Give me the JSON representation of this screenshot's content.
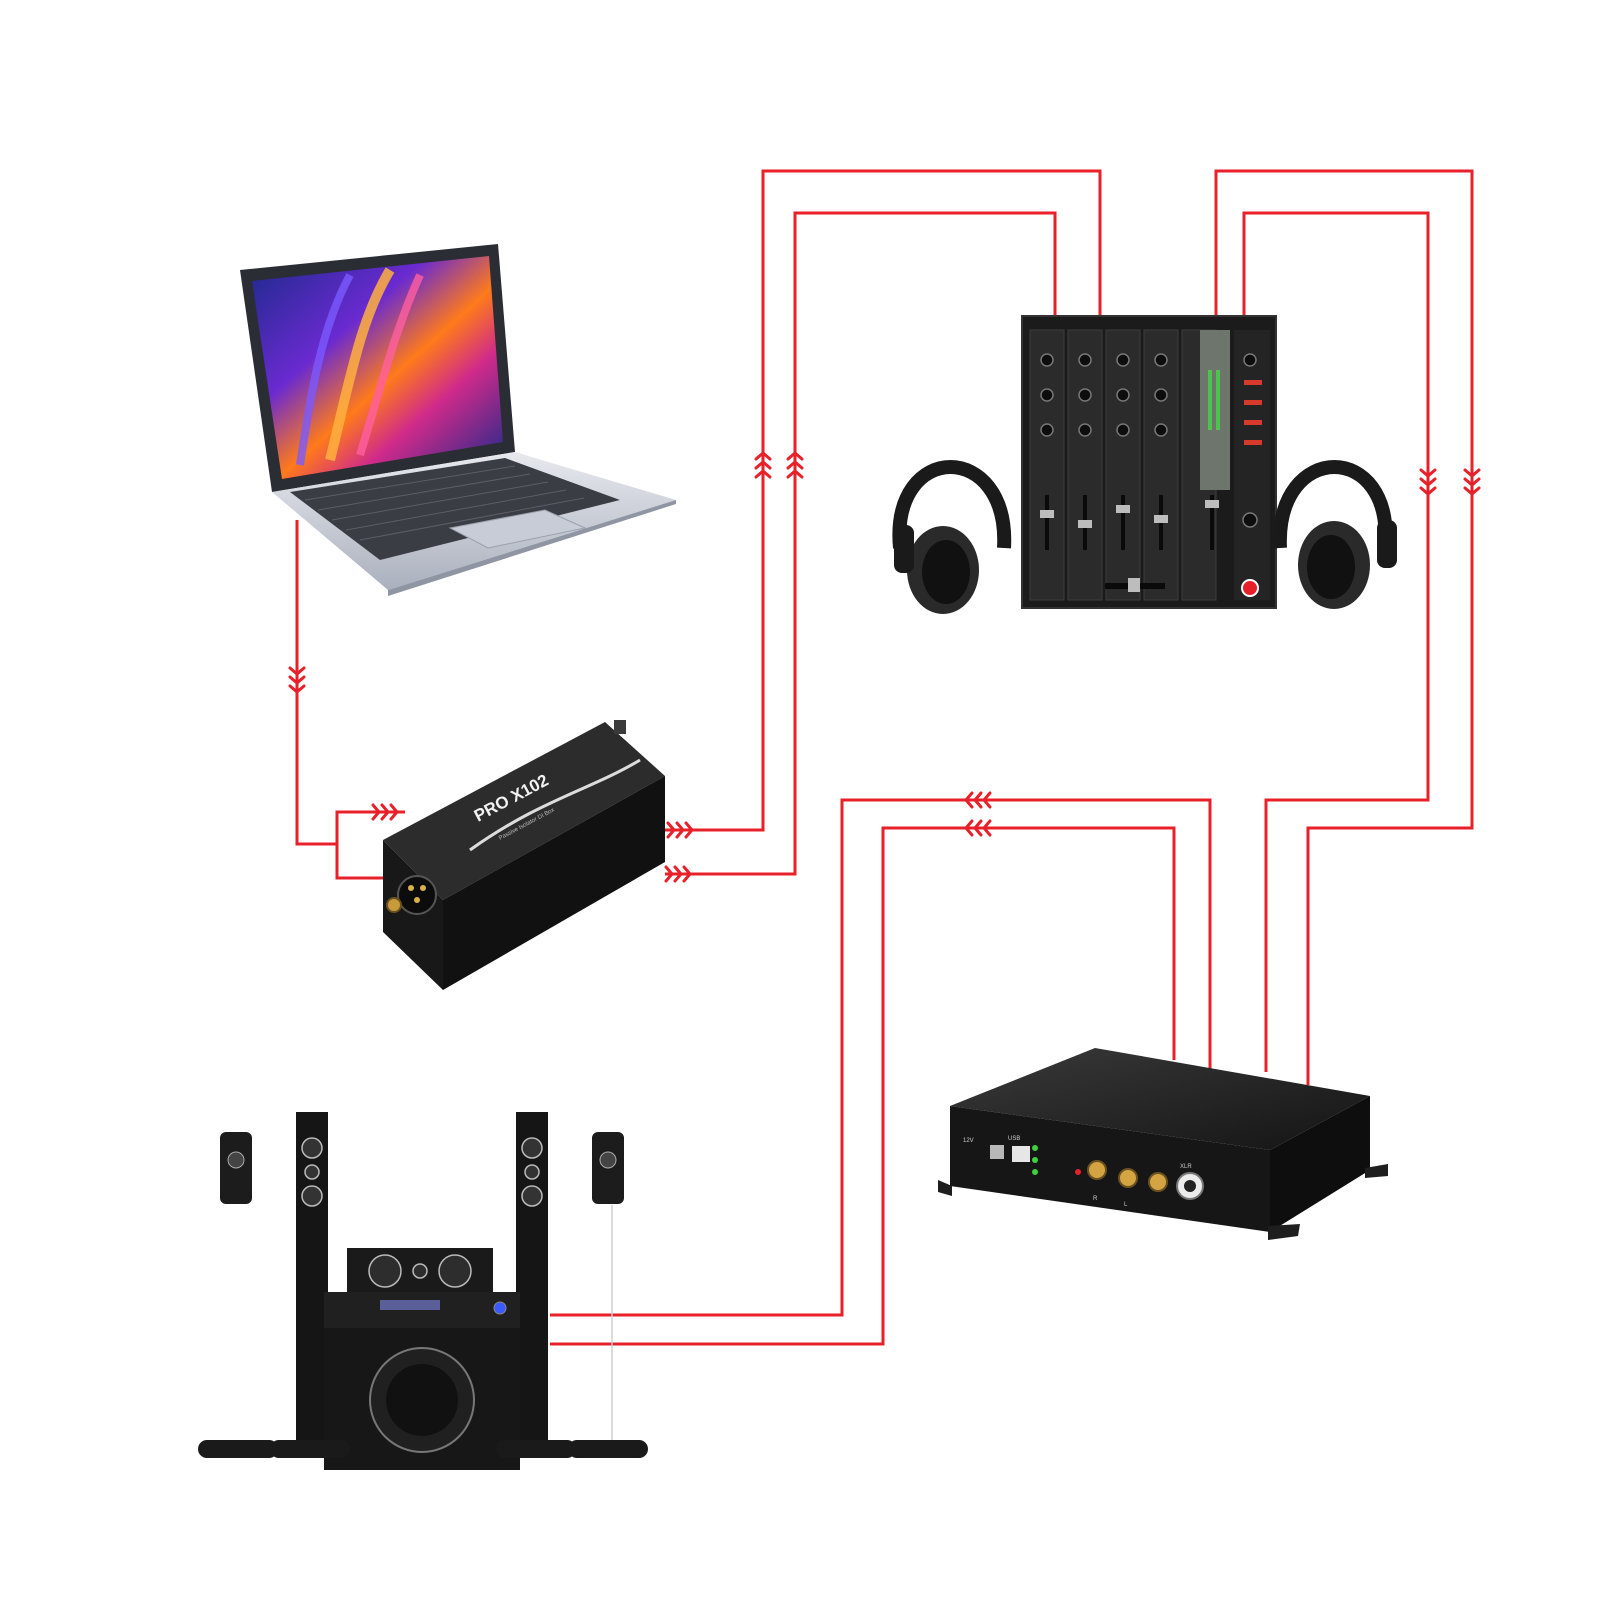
{
  "devices": {
    "laptop": {
      "name": "laptop"
    },
    "isolator": {
      "model": "PRO X102",
      "subtitle": "Passive Isolator DI Box",
      "body_color": "#1e1e1e"
    },
    "dj_mixer": {
      "name": "dj-mixer"
    },
    "headphones": {
      "count": 2
    },
    "interface_box": {
      "name": "audio-interface",
      "ports": [
        "12V",
        "USB",
        "R",
        "L",
        "XLR"
      ]
    },
    "home_theater": {
      "name": "home-theater-system"
    }
  },
  "connections": {
    "color": "#e8202a",
    "links": [
      {
        "from": "laptop",
        "to": "isolator"
      },
      {
        "from": "isolator",
        "to": "dj_mixer",
        "count": 2
      },
      {
        "from": "dj_mixer",
        "to": "interface_box",
        "count": 2
      },
      {
        "from": "interface_box",
        "to": "home_theater",
        "count": 2
      }
    ]
  }
}
